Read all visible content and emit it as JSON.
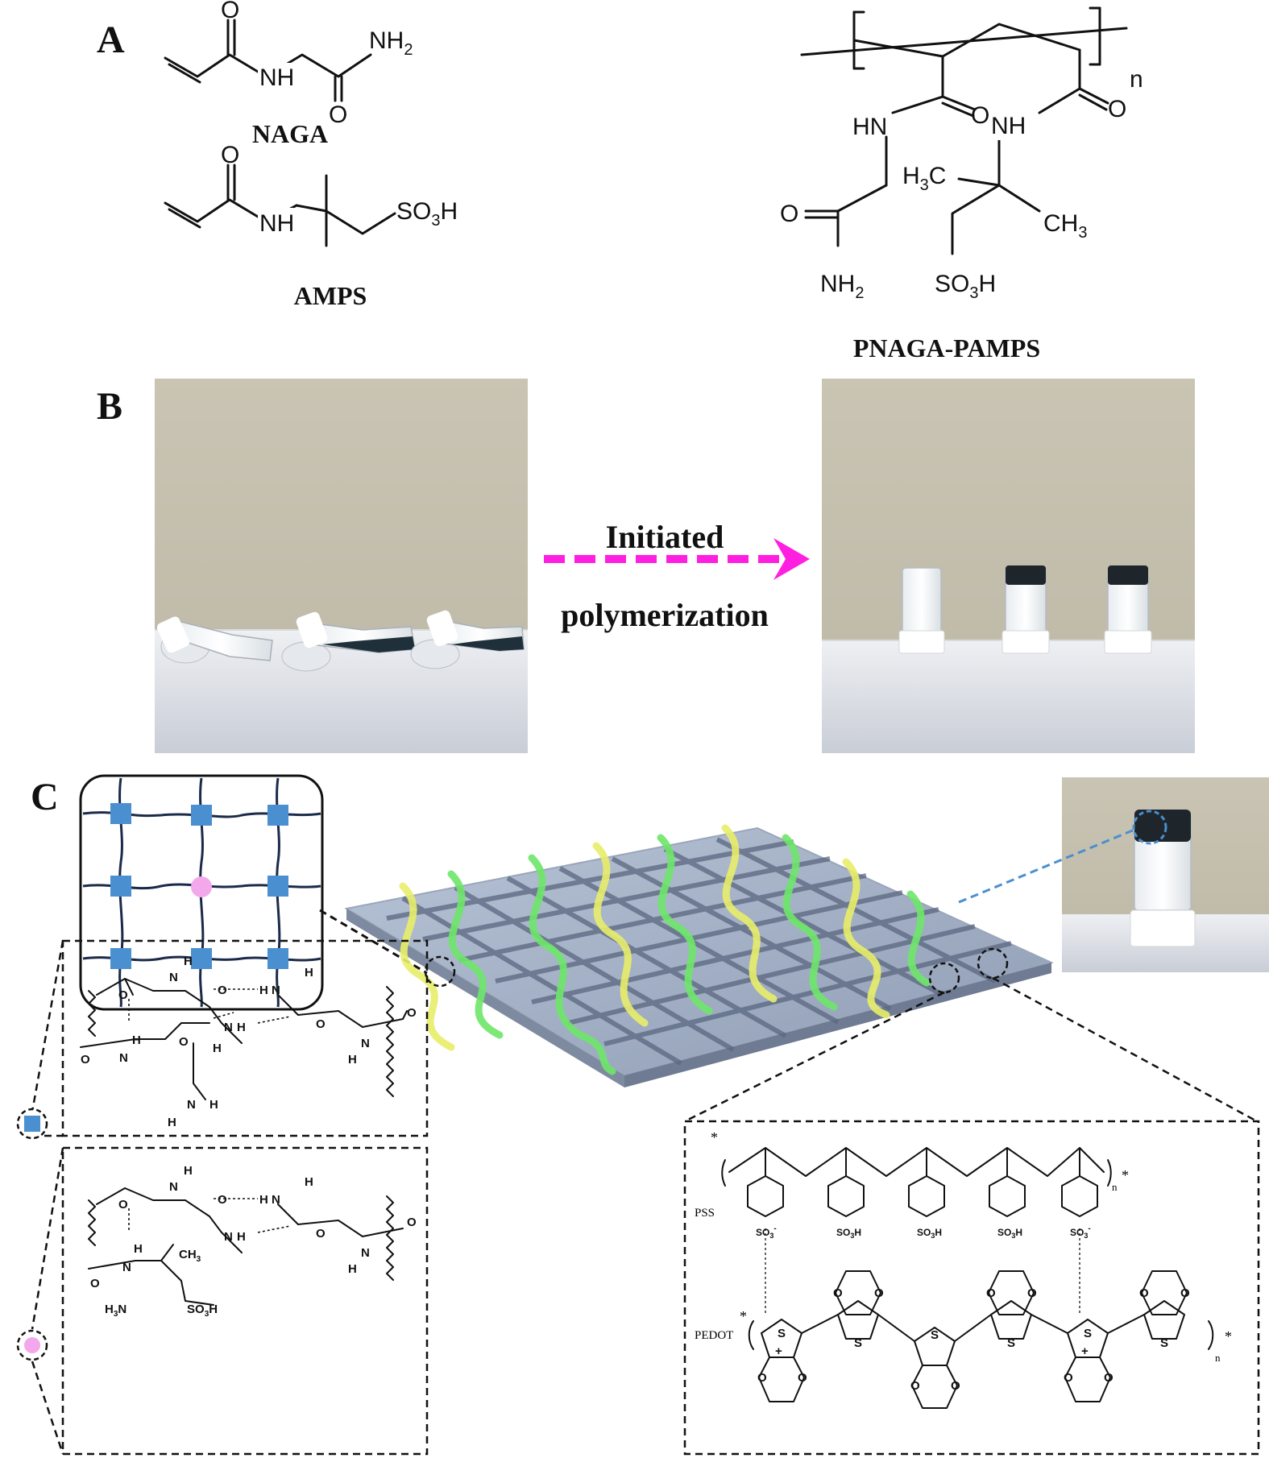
{
  "panels": {
    "a": {
      "letter": "A",
      "naga_name": "NAGA",
      "amps_name": "AMPS",
      "copolymer_name": "PNAGA-PAMPS",
      "atoms": {
        "o": "O",
        "nh": "NH",
        "hn": "HN",
        "nh2": "NH",
        "h3c": "H",
        "ch3": "CH",
        "so3h": "SO",
        "sub2": "2",
        "sub3": "3",
        "h": "H",
        "c": "C",
        "n_sub": "n"
      }
    },
    "b": {
      "letter": "B",
      "arrow_line1": "Initiated",
      "arrow_line2": "polymerization",
      "arrow_color": "#ff1fe0"
    },
    "c": {
      "letter": "C",
      "pss_label": "PSS",
      "pedot_label": "PEDOT",
      "square_color": "#4a8fd0",
      "circle_color": "#f4a8ec",
      "line_color": "#1c2a4a",
      "wave_green": "#6ee66a",
      "wave_yellow": "#e8ee6a",
      "small_atoms": {
        "o": "O",
        "n": "N",
        "h": "H",
        "s": "S",
        "so3": "SO",
        "so3h": "SO",
        "h3c": "H",
        "ch3": "CH",
        "sub3": "3",
        "minus": "-",
        "plus": "+",
        "star": "*",
        "n_sub": "n"
      }
    }
  }
}
